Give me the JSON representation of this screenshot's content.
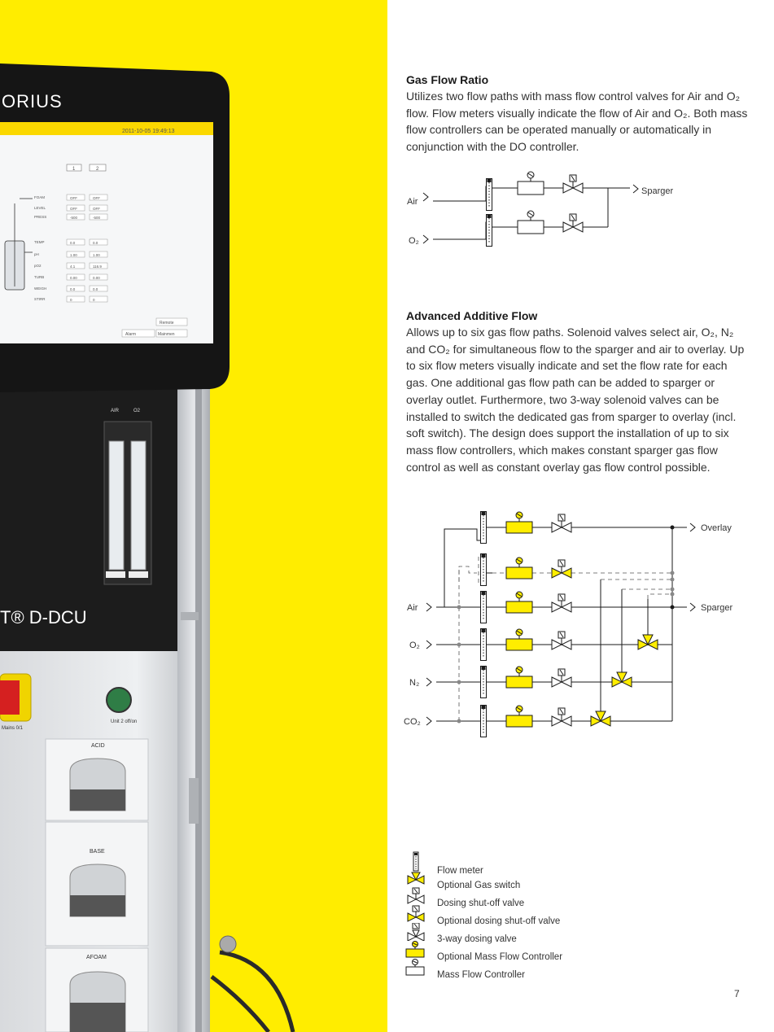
{
  "photo": {
    "brand_fragment": "ORIUS",
    "model_text": "T® D-DCU",
    "screen": {
      "datetime": "2011-10-05  19:49:13",
      "unit_tab_1": "1",
      "unit_tab_2": "2",
      "rows": [
        {
          "label": "FOAM",
          "v1": "OFF",
          "v2": "OFF"
        },
        {
          "label": "LEVEL",
          "v1": "OFF",
          "v2": "OFF"
        },
        {
          "label": "PRESS",
          "v1": "-500",
          "v2": "-500"
        },
        {
          "label": "TEMP",
          "v1": "0.0",
          "v2": "0.0"
        },
        {
          "label": "pH",
          "v1": "1.00",
          "v2": "1.00"
        },
        {
          "label": "pO2",
          "v1": "4.1",
          "v2": "116.9"
        },
        {
          "label": "TURB",
          "v1": "0.00",
          "v2": "0.00"
        },
        {
          "label": "WEIGH",
          "v1": "0.0",
          "v2": "0.0"
        },
        {
          "label": "STIRR",
          "v1": "0",
          "v2": "0"
        }
      ],
      "remote_label": "Remote",
      "alarm_label": "Alarm",
      "mainmenu_label": "Mainmen"
    },
    "flowmeter_labels": [
      "AIR",
      "O2"
    ],
    "mains_label": "Mains\n0/1",
    "unit_switch_label": "Unit 2\noff/on",
    "pump_labels": [
      "ACID",
      "BASE",
      "AFOAM"
    ]
  },
  "gas_flow_ratio": {
    "title": "Gas Flow Ratio",
    "body": "Utilizes two flow paths with mass flow control valves for Air and O₂ flow. Flow meters visually indicate the flow of Air and O₂. Both mass flow controllers can be operated manually or automatically in conjunction with the DO controller.",
    "diagram": {
      "inputs": [
        "Air",
        "O₂"
      ],
      "output": "Sparger"
    }
  },
  "advanced_additive_flow": {
    "title": "Advanced Additive Flow",
    "body": "Allows up to six gas flow paths. Solenoid valves select air, O₂, N₂ and CO₂ for simultaneous flow to the sparger and air to overlay. Up to six flow meters visually indicate and set the flow rate for each gas. One additional gas flow path can be added to sparger or overlay outlet. Furthermore, two 3-way solenoid valves can be installed to switch the dedicated gas from sparger to overlay (incl. soft switch). The design does support the installation of up to six mass flow controllers, which makes constant sparger gas flow control as well as constant overlay gas flow control possible.",
    "diagram": {
      "inputs": [
        "Air",
        "O₂",
        "N₂",
        "CO₂"
      ],
      "outputs": [
        "Overlay",
        "Sparger"
      ]
    }
  },
  "legend": [
    {
      "icon": "flow-meter-icon",
      "label": "Flow meter"
    },
    {
      "icon": "optional-gas-switch-icon",
      "label": "Optional Gas switch"
    },
    {
      "icon": "dosing-shutoff-valve-icon",
      "label": "Dosing shut-off valve"
    },
    {
      "icon": "optional-dosing-shutoff-valve-icon",
      "label": "Optional dosing shut-off valve"
    },
    {
      "icon": "three-way-dosing-valve-icon",
      "label": "3-way dosing valve"
    },
    {
      "icon": "optional-mfc-icon",
      "label": "Optional Mass Flow Controller"
    },
    {
      "icon": "mfc-icon",
      "label": "Mass Flow Controller"
    }
  ],
  "page_number": "7",
  "colors": {
    "accent_yellow": "#ffed00",
    "frame_black": "#1a1a1a",
    "steel": "#c9ccd0"
  }
}
